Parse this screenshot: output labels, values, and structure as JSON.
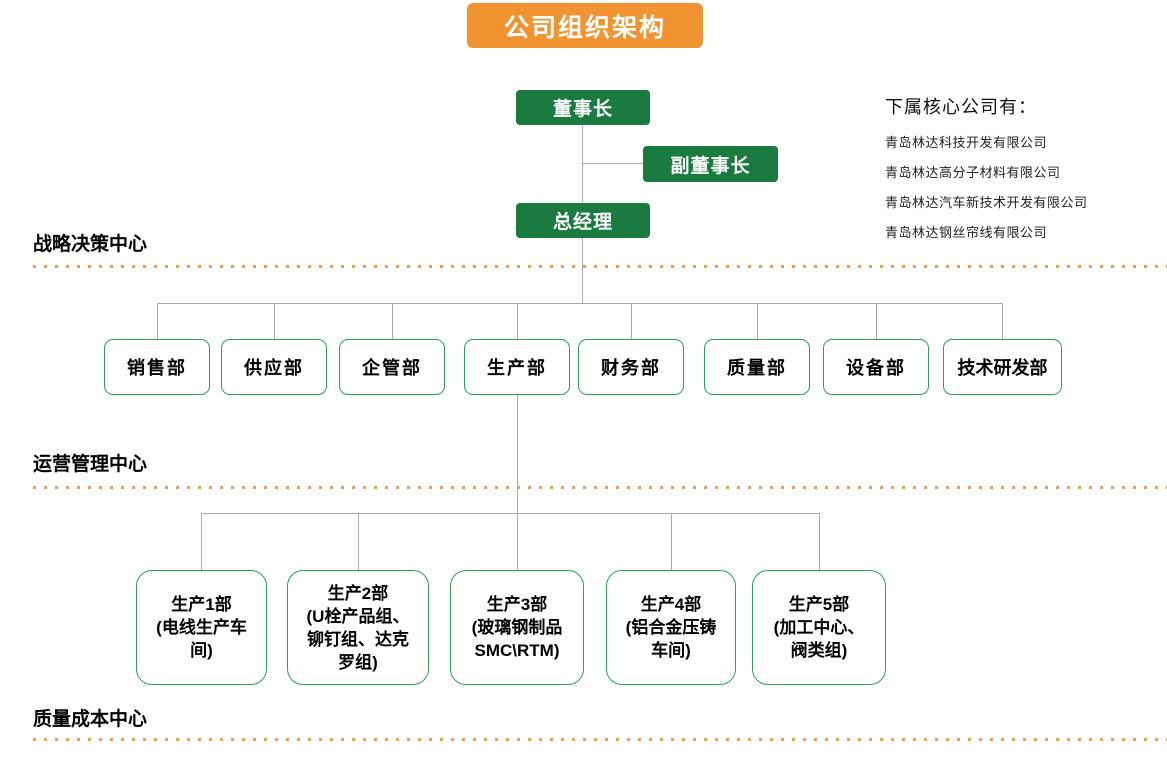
{
  "title": "公司组织架构",
  "colors": {
    "green": "#1A7A40",
    "border_green": "#2F9E58",
    "orange": "#F09330",
    "dot": "#EE9D55",
    "line": "#ABABAB"
  },
  "executives": {
    "chairman": "董事长",
    "vice_chairman": "副董事长",
    "general_manager": "总经理"
  },
  "sections": [
    {
      "label": "战略决策中心"
    },
    {
      "label": "运营管理中心"
    },
    {
      "label": "质量成本中心"
    }
  ],
  "subsidiaries": {
    "heading": "下属核心公司有：",
    "companies": [
      "青岛林达科技开发有限公司",
      "青岛林达高分子材料有限公司",
      "青岛林达汽车新技术开发有限公司",
      "青岛林达钢丝帘线有限公司"
    ]
  },
  "departments": [
    {
      "label": "销售部"
    },
    {
      "label": "供应部"
    },
    {
      "label": "企管部"
    },
    {
      "label": "生产部"
    },
    {
      "label": "财务部"
    },
    {
      "label": "质量部"
    },
    {
      "label": "设备部"
    },
    {
      "label": "技术研发部"
    }
  ],
  "production_units": [
    {
      "label": "生产1部\n(电线生产车\n间)"
    },
    {
      "label": "生产2部\n(U栓产品组、\n铆钉组、达克\n罗组)"
    },
    {
      "label": "生产3部\n(玻璃钢制品\nSMC\\RTM)"
    },
    {
      "label": "生产4部\n(铝合金压铸\n车间)"
    },
    {
      "label": "生产5部\n(加工中心、\n阀类组)"
    }
  ]
}
